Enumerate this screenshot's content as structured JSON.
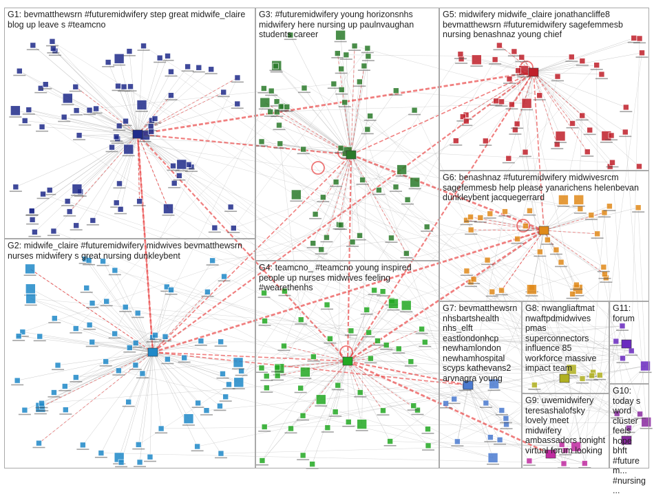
{
  "title": "#FutureMidwifery Twitter NodeXL SNA Map",
  "colors": {
    "edge_gray": "#8a8a8a",
    "edge_red": "#e83a3a",
    "border": "#a9a9a9",
    "g1": "#1f2a8a",
    "g2": "#1e88c8",
    "g3": "#2a7a2a",
    "g4": "#22a822",
    "g5": "#c0202a",
    "g6": "#e08a1a",
    "g7": "#4a7ad0",
    "g8": "#b0b020",
    "g9": "#c02aa0",
    "g10": "#8a2aa0",
    "g11": "#6a2ac0"
  },
  "groups": [
    {
      "id": "G1",
      "label": "G1: bevmatthewsrn #futuremidwifery step great midwife_claire blog up leave s #teamcno"
    },
    {
      "id": "G2",
      "label": "G2: midwife_claire #futuremidwifery midwives bevmatthewsrn nurses midwifery s great nursing dunkleybent"
    },
    {
      "id": "G3",
      "label": "G3: #futuremidwifery young horizonsnhs midwifery here nursing up paulnvaughan students career"
    },
    {
      "id": "G4",
      "label": "G4: teamcno_ #teamcno young inspired people up nurses midwives feeling #wearethenhs"
    },
    {
      "id": "G5",
      "label": "G5: midwifery midwife_claire jonathancliffe8 bevmatthewsrn #futuremidwifery sagefemmesb nursing benashnaz young chief"
    },
    {
      "id": "G6",
      "label": "G6: benashnaz #futuremidwifery midwivesrcm sagefemmesb help please yanarichens helenbevan dunkleybent jacquegerrard"
    },
    {
      "id": "G7",
      "label": "G7: bevmatthewsrn nhsbartshealth nhs_elft eastlondonhcp newhamlondon newhamhospital scyps kathevans2 arvnagra young"
    },
    {
      "id": "G8",
      "label": "G8: nwangliaftmat nwaftpdmidwives pmas superconnectors influence 85 workforce massive impact team"
    },
    {
      "id": "G9",
      "label": "G9: uwemidwifery teresashalofsky lovely meet midwifery ambassadors tonight virtual forum looking"
    },
    {
      "id": "G10",
      "label": "G10: today s word cluster feels hope bhft #futurem... #nursing..."
    },
    {
      "id": "G11",
      "label": "G11: forum"
    }
  ]
}
